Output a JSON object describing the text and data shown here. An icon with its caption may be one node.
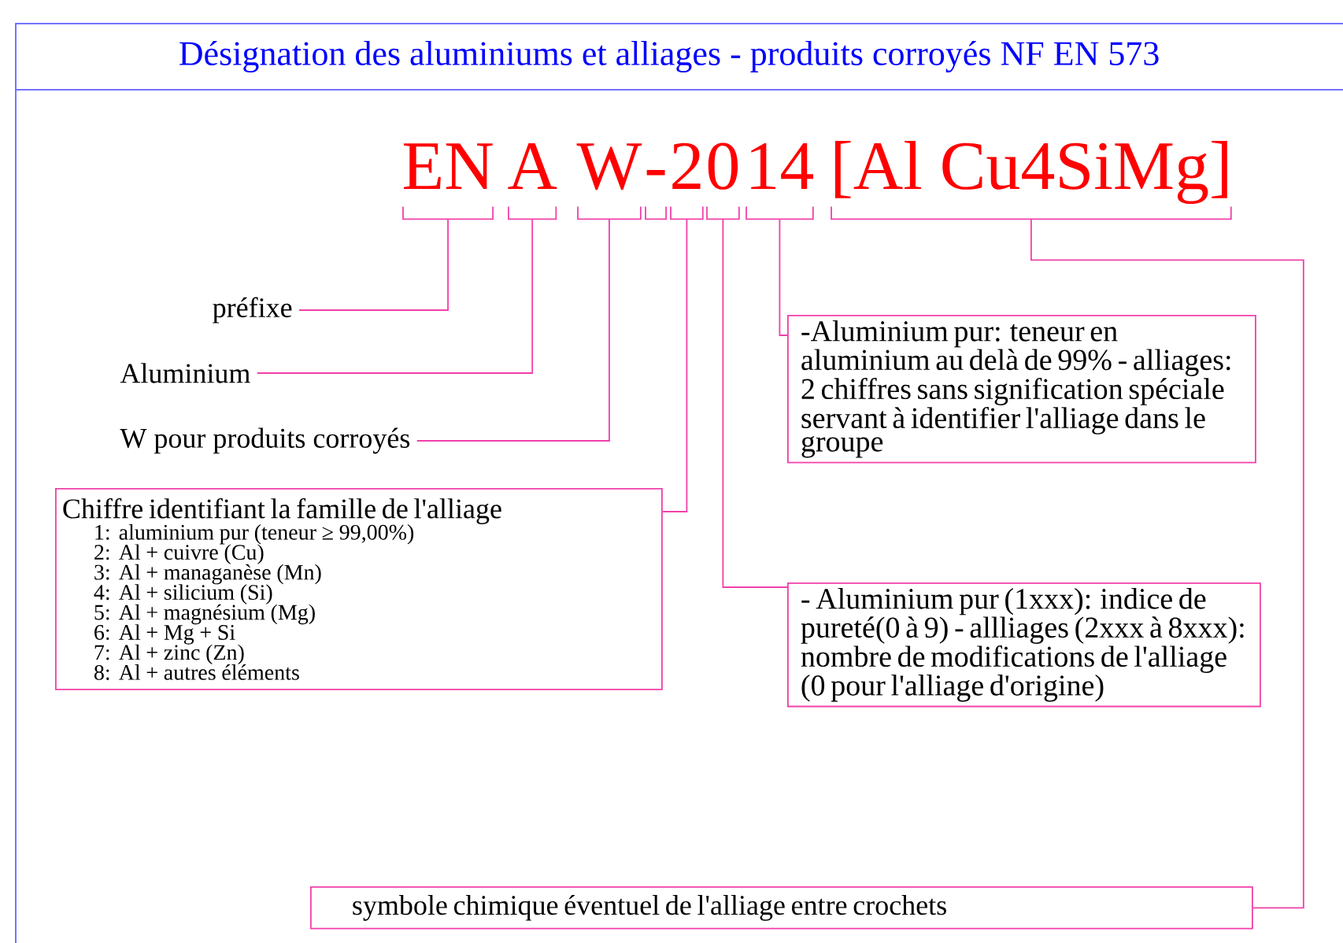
{
  "diagram": {
    "title": "Désignation des aluminiums et alliages - produits corroyés NF EN 573",
    "nodes": [
      {
        "text": [
          "EN"
        ]
      },
      {
        "text": [
          "A"
        ]
      },
      {
        "text": [
          "W"
        ]
      },
      {
        "text": [
          "-"
        ]
      },
      {
        "text": [
          "2"
        ]
      },
      {
        "text": [
          "0"
        ]
      },
      {
        "text": [
          "14"
        ]
      },
      {
        "text": [
          "[Al Cu4SiMg]"
        ]
      },
      {
        "text": [
          "préfixe"
        ]
      },
      {
        "text": [
          "Aluminium"
        ]
      },
      {
        "text": [
          "W pour produits corroyés"
        ]
      },
      {
        "text": [
          "Chiffre identifiant la famille de l'alliage",
          "1: aluminium pur (teneur ≥ 99,00%)",
          "2: Al + cuivre (Cu)",
          "3: Al + managanèse (Mn)",
          "4: Al + silicium (Si)",
          "5: Al + magnésium (Mg)",
          "6: Al + Mg + Si",
          "7: Al + zinc (Zn)",
          "8: Al + autres éléments"
        ]
      },
      {
        "text": [
          "-Aluminium pur: teneur en aluminium au delà de 99% - alliages: 2 chiffres sans signification spéciale servant à identifier l'alliage dans le groupe"
        ]
      },
      {
        "text": [
          "- Aluminium pur (1xxx): indice de pureté(0 à 9) - allliages (2xxx à 8xxx): nombre de modifications de l'alliage (0 pour l'alliage d'origine)"
        ]
      },
      {
        "text": [
          "symbole chimique éventuel de l'alliage entre crochets"
        ]
      }
    ],
    "edges": [
      {
        "from": 8,
        "to": 0,
        "arrow": "none"
      },
      {
        "from": 9,
        "to": 1,
        "arrow": "none"
      },
      {
        "from": 10,
        "to": 2,
        "arrow": "none"
      },
      {
        "from": 11,
        "to": 4,
        "arrow": "none"
      },
      {
        "from": 12,
        "to": 6,
        "arrow": "none"
      },
      {
        "from": 13,
        "to": 5,
        "arrow": "none"
      },
      {
        "from": 14,
        "to": 7,
        "arrow": "none"
      }
    ]
  }
}
